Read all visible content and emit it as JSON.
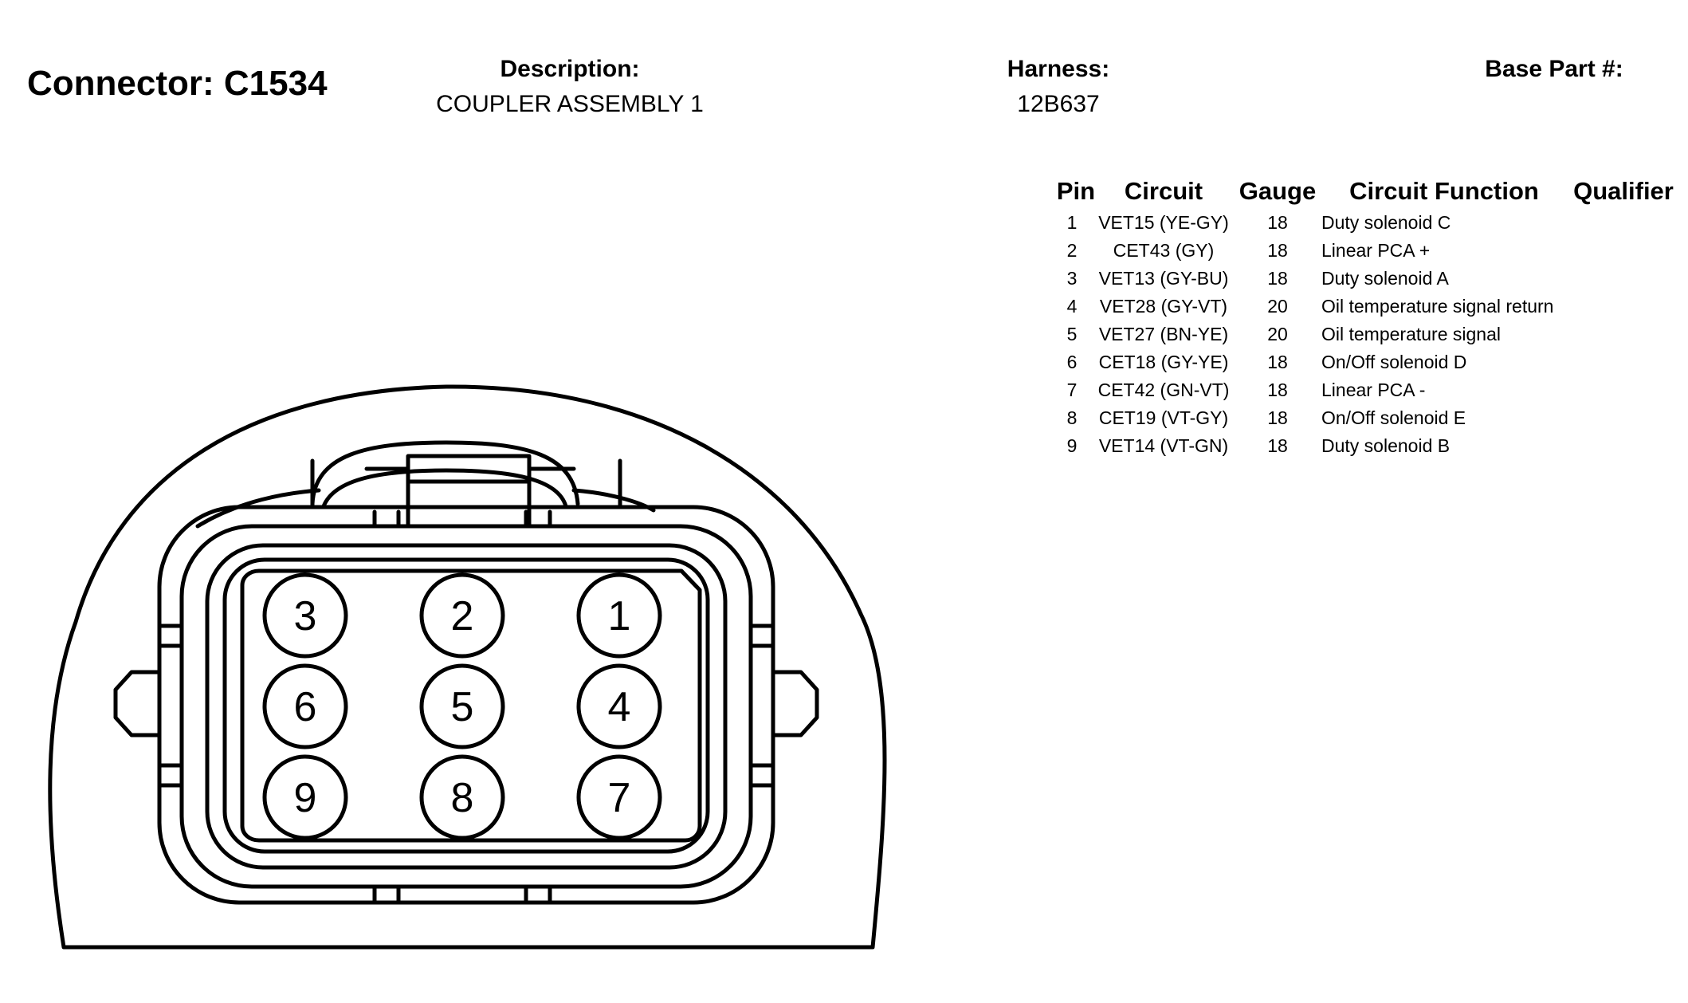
{
  "connector": {
    "title": "Connector: C1534",
    "description_label": "Description:",
    "description_value": "COUPLER ASSEMBLY 1",
    "harness_label": "Harness:",
    "harness_value": "12B637",
    "base_part_label": "Base Part #:",
    "base_part_value": ""
  },
  "table": {
    "headers": {
      "pin": "Pin",
      "circuit": "Circuit",
      "gauge": "Gauge",
      "function": "Circuit Function",
      "qualifier": "Qualifier"
    },
    "rows": [
      {
        "pin": "1",
        "circuit": "VET15 (YE-GY)",
        "gauge": "18",
        "function": "Duty solenoid C",
        "qualifier": ""
      },
      {
        "pin": "2",
        "circuit": "CET43 (GY)",
        "gauge": "18",
        "function": "Linear PCA +",
        "qualifier": ""
      },
      {
        "pin": "3",
        "circuit": "VET13 (GY-BU)",
        "gauge": "18",
        "function": "Duty solenoid A",
        "qualifier": ""
      },
      {
        "pin": "4",
        "circuit": "VET28 (GY-VT)",
        "gauge": "20",
        "function": "Oil temperature signal return",
        "qualifier": ""
      },
      {
        "pin": "5",
        "circuit": "VET27 (BN-YE)",
        "gauge": "20",
        "function": "Oil temperature signal",
        "qualifier": ""
      },
      {
        "pin": "6",
        "circuit": "CET18 (GY-YE)",
        "gauge": "18",
        "function": "On/Off solenoid D",
        "qualifier": ""
      },
      {
        "pin": "7",
        "circuit": "CET42 (GN-VT)",
        "gauge": "18",
        "function": "Linear PCA -",
        "qualifier": ""
      },
      {
        "pin": "8",
        "circuit": "CET19 (VT-GY)",
        "gauge": "18",
        "function": "On/Off solenoid E",
        "qualifier": ""
      },
      {
        "pin": "9",
        "circuit": "VET14 (VT-GN)",
        "gauge": "18",
        "function": "Duty solenoid B",
        "qualifier": ""
      }
    ]
  },
  "diagram": {
    "pins": [
      {
        "label": "3"
      },
      {
        "label": "2"
      },
      {
        "label": "1"
      },
      {
        "label": "6"
      },
      {
        "label": "5"
      },
      {
        "label": "4"
      },
      {
        "label": "9"
      },
      {
        "label": "8"
      },
      {
        "label": "7"
      }
    ]
  },
  "colors": {
    "line": "#000000",
    "background": "#ffffff"
  }
}
